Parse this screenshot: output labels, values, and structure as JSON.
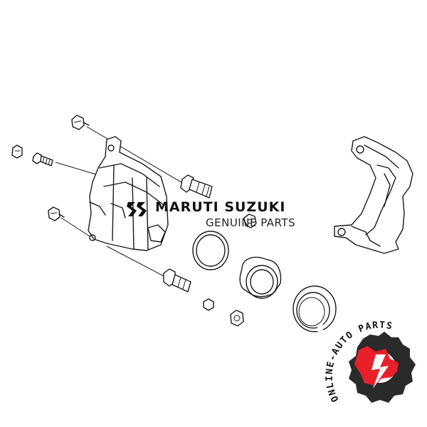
{
  "brand": {
    "name": "MARUTI SUZUKI",
    "subtitle": "GENUINE PARTS"
  },
  "watermark": {
    "text": "ONLINE-AUTO PARTS"
  },
  "colors": {
    "line": "#1a1a1a",
    "accent_red": "#e8202a",
    "gear_dark": "#2a2a2a",
    "background": "#ffffff"
  }
}
